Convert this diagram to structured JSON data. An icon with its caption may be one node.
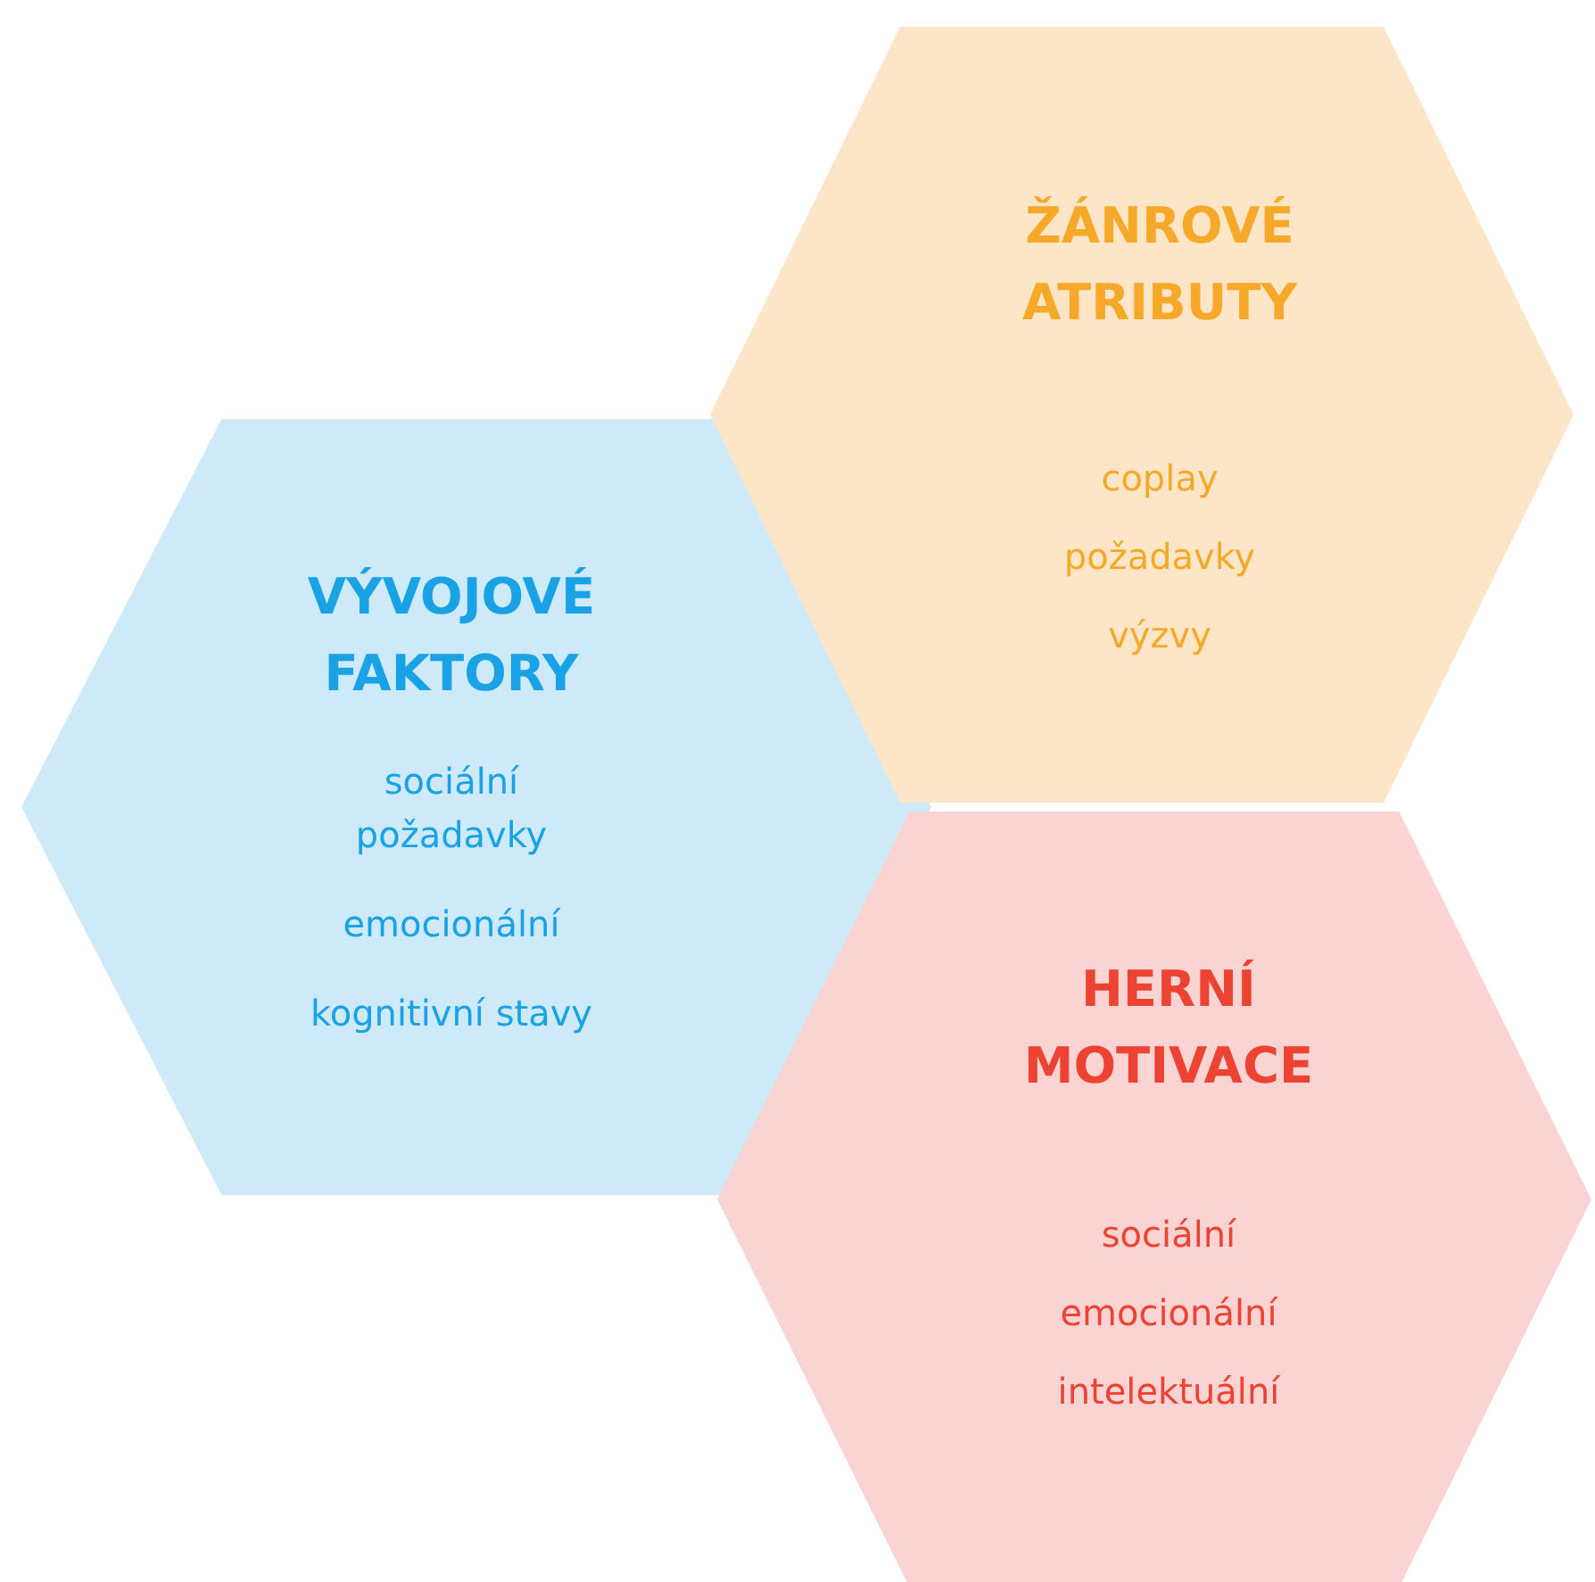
{
  "diagram": {
    "nodes": [
      {
        "text": [
          "VÝVOJOVÉ FAKTORY",
          "sociální požadavky",
          "emocionální",
          "kognitivní stavy"
        ]
      },
      {
        "text": [
          "ŽÁNROVÉ ATRIBUTY",
          "coplay",
          "požadavky",
          "výzvy"
        ]
      },
      {
        "text": [
          "HERNÍ MOTIVACE",
          "sociální",
          "emocionální",
          "intelektuální"
        ]
      }
    ]
  }
}
